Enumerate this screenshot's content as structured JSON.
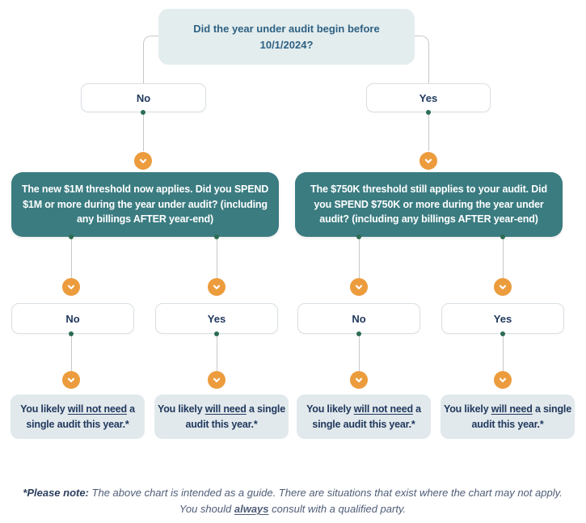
{
  "colors": {
    "question_box_bg": "#e3edee",
    "question_text": "#2e6183",
    "answer_box_border": "#d9dfe4",
    "answer_text": "#21395e",
    "teal_box_bg": "#3b7c81",
    "teal_box_text": "#ffffff",
    "chevron_badge_bg": "#ec9c3d",
    "connector_dot": "#2c6d53",
    "connector_line": "#c6c8c6",
    "result_box_bg": "#e2e9ec",
    "footnote_text": "#4f5d77"
  },
  "flowchart": {
    "root_question": "Did the year under audit begin before 10/1/2024?",
    "level1": [
      {
        "answer": "No"
      },
      {
        "answer": "Yes"
      }
    ],
    "level2": [
      {
        "question": "The new $1M threshold now applies. Did you SPEND $1M or more during the year under audit? (including any billings AFTER year-end)"
      },
      {
        "question": "The $750K threshold still applies to your audit. Did you SPEND $750K or more during the year under audit? (including any billings AFTER year-end)"
      }
    ],
    "level3": [
      {
        "answer": "No"
      },
      {
        "answer": "Yes"
      },
      {
        "answer": "No"
      },
      {
        "answer": "Yes"
      }
    ],
    "outcomes": [
      {
        "prefix": "You likely ",
        "emphasis": "will not need",
        "suffix": " a single audit this year.*"
      },
      {
        "prefix": "You likely ",
        "emphasis": "will need",
        "suffix": " a single audit this year.*"
      },
      {
        "prefix": "You likely ",
        "emphasis": "will not need",
        "suffix": " a single audit this year.*"
      },
      {
        "prefix": "You likely ",
        "emphasis": "will need",
        "suffix": " a single audit this year.*"
      }
    ]
  },
  "footnote": {
    "label": "*Please note:",
    "text_before": " The above chart is intended as a guide. There are situations that exist where the chart may not apply. You should ",
    "emphasis": "always",
    "text_after": " consult with a qualified party."
  }
}
